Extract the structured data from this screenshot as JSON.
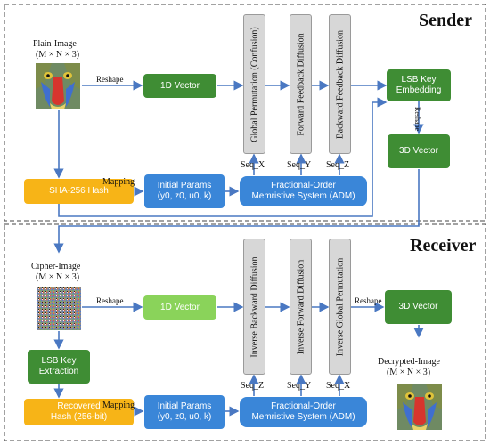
{
  "sender": {
    "title": "Sender",
    "plain_image": "Plain-Image",
    "plain_dims": "(M × N × 3)",
    "reshape": "Reshape",
    "vector_1d": "1D Vector",
    "perm": "Global Permutation (Confusion)",
    "fwd": "Forward Feedback Diffusion",
    "bwd": "Backward Feedback Diffusion",
    "lsb_line1": "LSB Key",
    "lsb_line2": "Embedding",
    "reshape_vertical": "Reshape",
    "vector_3d": "3D Vector",
    "sha": "SHA-256 Hash",
    "mapping": "Mapping",
    "params_line1": "Initial Params",
    "params_line2": "(y0, z0, u0, k)",
    "frac_line1": "Fractional-Order",
    "frac_line2": "Memristive System (ADM)",
    "seqx": "Seq_X",
    "seqy": "Seq_Y",
    "seqz": "Seq_Z"
  },
  "receiver": {
    "title": "Receiver",
    "cipher_image": "Cipher-Image",
    "cipher_dims": "(M × N × 3)",
    "reshape": "Reshape",
    "vector_1d": "1D Vector",
    "inv_bwd": "Inverse Backward Diffusion",
    "inv_fwd": "Inverse Forward Diffusion",
    "inv_perm": "Inverse Global Permutation",
    "reshape_out": "Reshape",
    "vector_3d": "3D Vector",
    "decrypted_image": "Decrypted-Image",
    "decrypted_dims": "(M × N × 3)",
    "lsb_line1": "LSB Key",
    "lsb_line2": "Extraction",
    "recovered_line1": "Recovered",
    "recovered_line2": "Hash (256-bit)",
    "mapping": "Mapping",
    "params_line1": "Initial Params",
    "params_line2": "(y0, z0, u0, k)",
    "frac_line1": "Fractional-Order",
    "frac_line2": "Memristive System (ADM)",
    "seqz": "Seq_Z",
    "seqy": "Seq_Y",
    "seqx": "Seq_X"
  },
  "colors": {
    "dark_green": "#3f8d34",
    "light_green": "#8ad35a",
    "blue": "#3a86d8",
    "gold": "#f7b417",
    "arrow": "#4a78c2",
    "gray_box": "#d7d7d7"
  },
  "icons": {
    "mandrill": "mandrill-image",
    "noise": "noise-image"
  }
}
